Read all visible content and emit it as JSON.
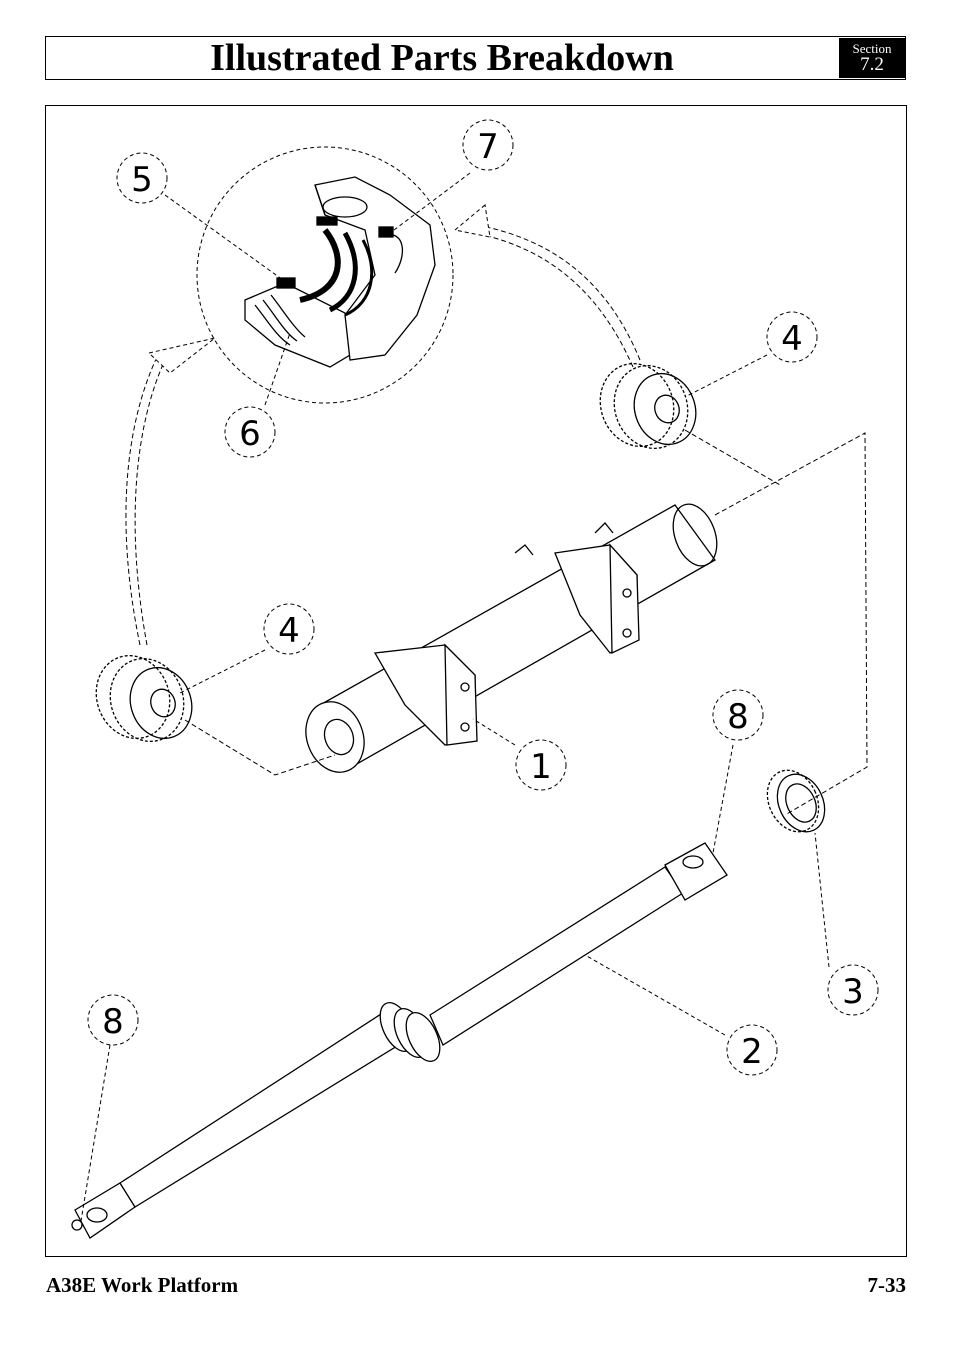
{
  "header": {
    "title": "Illustrated Parts Breakdown",
    "section_label": "Section",
    "section_number": "7.2"
  },
  "figure": {
    "callouts": [
      "5",
      "7",
      "6",
      "4",
      "4",
      "1",
      "8",
      "3",
      "8",
      "2"
    ]
  },
  "footer": {
    "product": "A38E Work Platform",
    "page": "7-33"
  }
}
